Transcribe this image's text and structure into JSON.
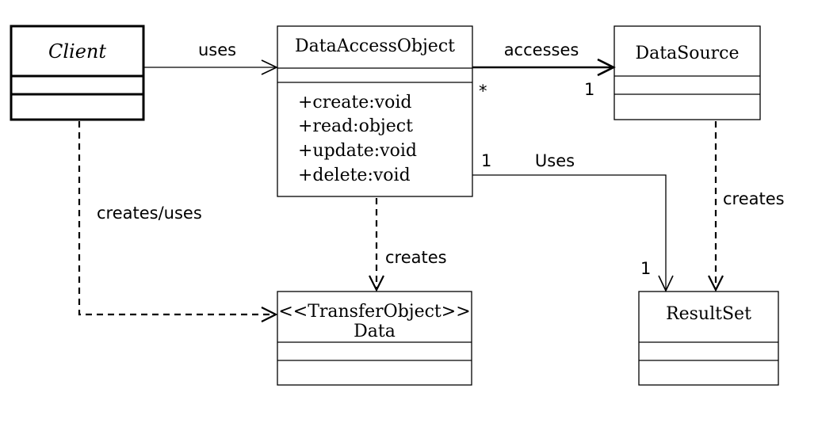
{
  "classes": {
    "client": {
      "name": "Client"
    },
    "dao": {
      "name": "DataAccessObject",
      "methods": [
        "+create:void",
        "+read:object",
        "+update:void",
        "+delete:void"
      ]
    },
    "datasource": {
      "name": "DataSource"
    },
    "transfer": {
      "stereotype": "<<TransferObject>>",
      "name": "Data"
    },
    "resultset": {
      "name": "ResultSet"
    }
  },
  "relations": {
    "client_dao": {
      "label": "uses"
    },
    "dao_datasource": {
      "label": "accesses",
      "mult_source": "*",
      "mult_target": "1"
    },
    "dao_resultset": {
      "label": "Uses",
      "mult_source": "1",
      "mult_target": "1"
    },
    "dao_transfer": {
      "label": "creates"
    },
    "datasource_resultset": {
      "label": "creates"
    },
    "client_transfer": {
      "label": "creates/uses"
    }
  }
}
